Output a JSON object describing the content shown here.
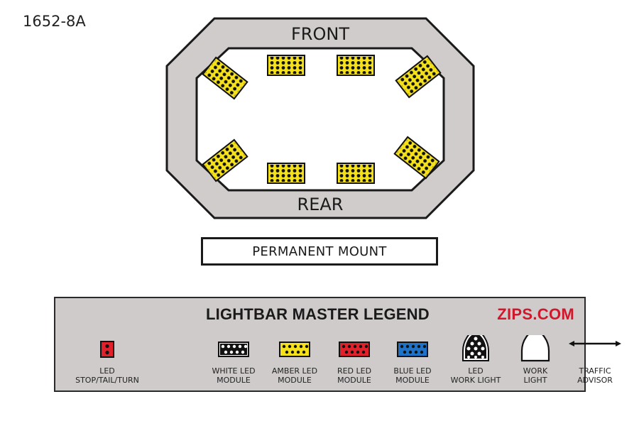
{
  "part_number": "1652-8A",
  "diagram": {
    "front_label": "FRONT",
    "rear_label": "REAR",
    "frame_color": "#d0cccc",
    "module_color": "#f5e11a",
    "modules": [
      {
        "name": "front-left-corner-module",
        "color": "amber"
      },
      {
        "name": "front-inner-left-module",
        "color": "amber"
      },
      {
        "name": "front-inner-right-module",
        "color": "amber"
      },
      {
        "name": "front-right-corner-module",
        "color": "amber"
      },
      {
        "name": "rear-left-corner-module",
        "color": "amber"
      },
      {
        "name": "rear-inner-left-module",
        "color": "amber"
      },
      {
        "name": "rear-inner-right-module",
        "color": "amber"
      },
      {
        "name": "rear-right-corner-module",
        "color": "amber"
      }
    ]
  },
  "mount": {
    "label": "PERMANENT MOUNT"
  },
  "legend": {
    "title": "LIGHTBAR MASTER LEGEND",
    "brand": "ZIPS.COM",
    "brand_color": "#d0182c",
    "items": [
      {
        "label_line1": "LED",
        "label_line2": "STOP/TAIL/TURN",
        "icon": "led-stop-tail-turn-icon",
        "color": "#e0202a"
      },
      {
        "label_line1": "WHITE LED",
        "label_line2": "MODULE",
        "icon": "white-led-module-icon",
        "color": "#ffffff"
      },
      {
        "label_line1": "AMBER LED",
        "label_line2": "MODULE",
        "icon": "amber-led-module-icon",
        "color": "#f5e11a"
      },
      {
        "label_line1": "RED LED",
        "label_line2": "MODULE",
        "icon": "red-led-module-icon",
        "color": "#e0202a"
      },
      {
        "label_line1": "BLUE LED",
        "label_line2": "MODULE",
        "icon": "blue-led-module-icon",
        "color": "#1e73c8"
      },
      {
        "label_line1": "LED",
        "label_line2": "WORK LIGHT",
        "icon": "led-work-light-icon",
        "color": "#ffffff"
      },
      {
        "label_line1": "WORK",
        "label_line2": "LIGHT",
        "icon": "work-light-icon",
        "color": "#ffffff"
      },
      {
        "label_line1": "TRAFFIC",
        "label_line2": "ADVISOR",
        "icon": "traffic-advisor-icon",
        "color": "#1a1a1a"
      }
    ]
  }
}
